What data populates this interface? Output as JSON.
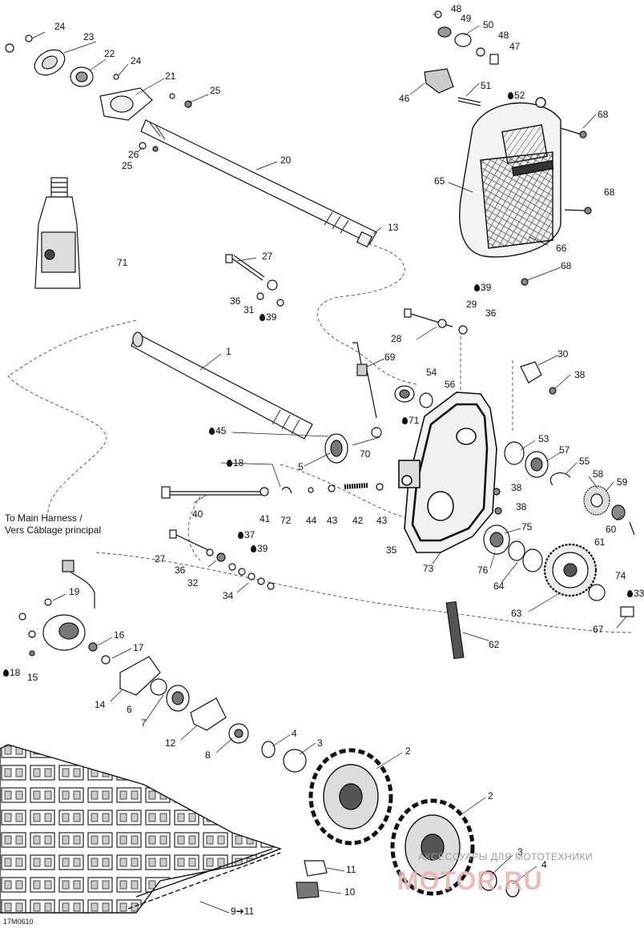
{
  "harness": {
    "line1": "To Main Harness /",
    "line2": "Vers Câblage principal"
  },
  "doc_code": "17M0610",
  "watermark": {
    "line1": "АКСЕССУАРЫ ДЛЯ МОТОТЕХНИКИ",
    "line2": "MOTOR.RU"
  },
  "icons": {
    "lubricant_drop": "droplet-icon"
  },
  "parts": [
    {
      "id": "p24a",
      "text": "24"
    },
    {
      "id": "p23",
      "text": "23"
    },
    {
      "id": "p22",
      "text": "22"
    },
    {
      "id": "p24b",
      "text": "24"
    },
    {
      "id": "p21",
      "text": "21"
    },
    {
      "id": "p25a",
      "text": "25"
    },
    {
      "id": "p26",
      "text": "26"
    },
    {
      "id": "p25b",
      "text": "25"
    },
    {
      "id": "p20",
      "text": "20"
    },
    {
      "id": "p13",
      "text": "13"
    },
    {
      "id": "p71",
      "text": "71"
    },
    {
      "id": "p27a",
      "text": "27"
    },
    {
      "id": "p36a",
      "text": "36"
    },
    {
      "id": "p31",
      "text": "31"
    },
    {
      "id": "p39a",
      "text": "39"
    },
    {
      "id": "p1",
      "text": "1"
    },
    {
      "id": "p48a",
      "text": "48"
    },
    {
      "id": "p49",
      "text": "49"
    },
    {
      "id": "p50",
      "text": "50"
    },
    {
      "id": "p48b",
      "text": "48"
    },
    {
      "id": "p47",
      "text": "47"
    },
    {
      "id": "p46",
      "text": "46"
    },
    {
      "id": "p51",
      "text": "51"
    },
    {
      "id": "p52",
      "text": "52"
    },
    {
      "id": "p68a",
      "text": "68"
    },
    {
      "id": "p65",
      "text": "65"
    },
    {
      "id": "p68b",
      "text": "68"
    },
    {
      "id": "p66",
      "text": "66"
    },
    {
      "id": "p68c",
      "text": "68"
    },
    {
      "id": "p39b",
      "text": "39"
    },
    {
      "id": "p29",
      "text": "29"
    },
    {
      "id": "p36b",
      "text": "36"
    },
    {
      "id": "p28",
      "text": "28"
    },
    {
      "id": "p69",
      "text": "69"
    },
    {
      "id": "p54",
      "text": "54"
    },
    {
      "id": "p56",
      "text": "56"
    },
    {
      "id": "p30",
      "text": "30"
    },
    {
      "id": "p38a",
      "text": "38"
    },
    {
      "id": "p45",
      "text": "45"
    },
    {
      "id": "p71b",
      "text": "71"
    },
    {
      "id": "p5",
      "text": "5"
    },
    {
      "id": "p70",
      "text": "70"
    },
    {
      "id": "p53",
      "text": "53"
    },
    {
      "id": "p57",
      "text": "57"
    },
    {
      "id": "p55",
      "text": "55"
    },
    {
      "id": "p18a",
      "text": "18"
    },
    {
      "id": "p58",
      "text": "58"
    },
    {
      "id": "p59",
      "text": "59"
    },
    {
      "id": "p38b",
      "text": "38"
    },
    {
      "id": "p38c",
      "text": "38"
    },
    {
      "id": "p40",
      "text": "40"
    },
    {
      "id": "p41",
      "text": "41"
    },
    {
      "id": "p72",
      "text": "72"
    },
    {
      "id": "p44",
      "text": "44"
    },
    {
      "id": "p43a",
      "text": "43"
    },
    {
      "id": "p42",
      "text": "42"
    },
    {
      "id": "p43b",
      "text": "43"
    },
    {
      "id": "p60",
      "text": "60"
    },
    {
      "id": "p61",
      "text": "61"
    },
    {
      "id": "p75",
      "text": "75"
    },
    {
      "id": "p37",
      "text": "37"
    },
    {
      "id": "p27b",
      "text": "27"
    },
    {
      "id": "p39c",
      "text": "39"
    },
    {
      "id": "p35",
      "text": "35"
    },
    {
      "id": "p73",
      "text": "73"
    },
    {
      "id": "p76",
      "text": "76"
    },
    {
      "id": "p36c",
      "text": "36"
    },
    {
      "id": "p32",
      "text": "32"
    },
    {
      "id": "p64",
      "text": "64"
    },
    {
      "id": "p74",
      "text": "74"
    },
    {
      "id": "p33",
      "text": "33"
    },
    {
      "id": "p34",
      "text": "34"
    },
    {
      "id": "p19",
      "text": "19"
    },
    {
      "id": "p63",
      "text": "63"
    },
    {
      "id": "p67",
      "text": "67"
    },
    {
      "id": "p62",
      "text": "62"
    },
    {
      "id": "p16",
      "text": "16"
    },
    {
      "id": "p17",
      "text": "17"
    },
    {
      "id": "p18b",
      "text": "18"
    },
    {
      "id": "p15",
      "text": "15"
    },
    {
      "id": "p14",
      "text": "14"
    },
    {
      "id": "p6",
      "text": "6"
    },
    {
      "id": "p7",
      "text": "7"
    },
    {
      "id": "p12",
      "text": "12"
    },
    {
      "id": "p4a",
      "text": "4"
    },
    {
      "id": "p3a",
      "text": "3"
    },
    {
      "id": "p2a",
      "text": "2"
    },
    {
      "id": "p8",
      "text": "8"
    },
    {
      "id": "p2b",
      "text": "2"
    },
    {
      "id": "p3b",
      "text": "3"
    },
    {
      "id": "p4b",
      "text": "4"
    },
    {
      "id": "p11",
      "text": "11"
    },
    {
      "id": "p10",
      "text": "10"
    },
    {
      "id": "p9",
      "text": "9➔11"
    }
  ]
}
